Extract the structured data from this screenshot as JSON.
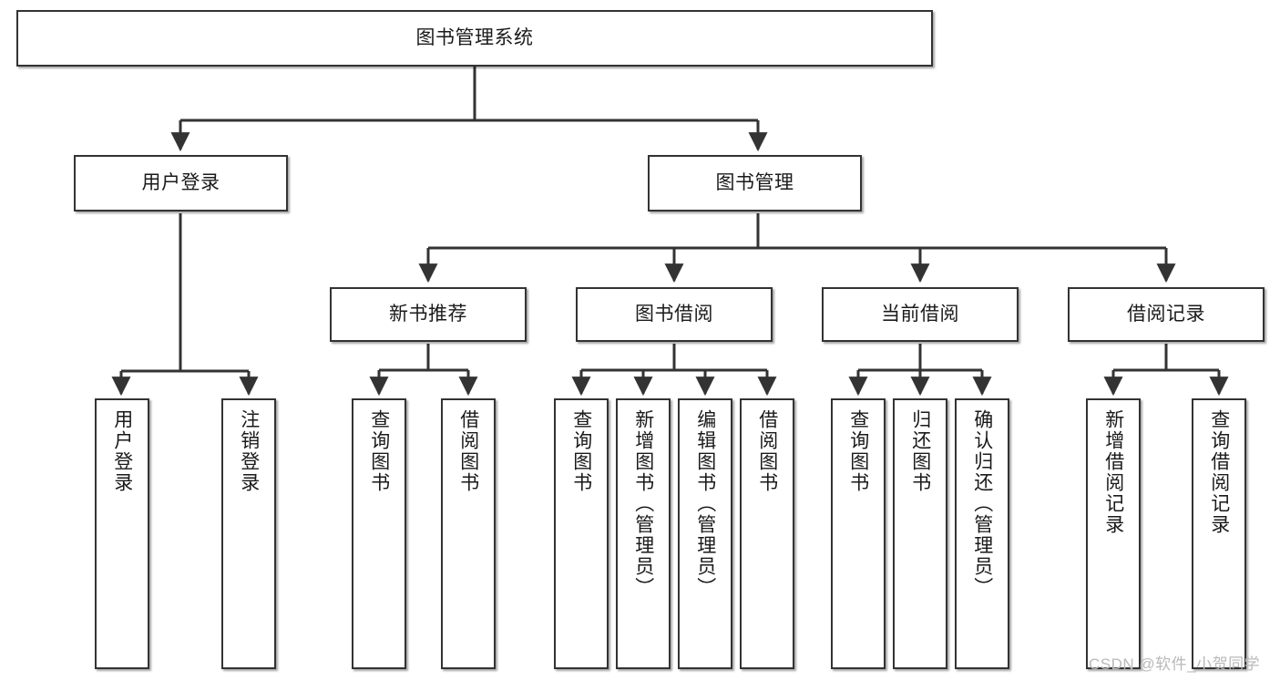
{
  "diagram": {
    "title": "图书管理系统",
    "type": "hierarchy-tree",
    "root": {
      "id": "root",
      "label": "图书管理系统"
    },
    "level2": [
      {
        "id": "user-login",
        "label": "用户登录"
      },
      {
        "id": "book-manage",
        "label": "图书管理"
      }
    ],
    "level3": [
      {
        "id": "new-book-rec",
        "label": "新书推荐",
        "parent": "book-manage"
      },
      {
        "id": "book-borrow",
        "label": "图书借阅",
        "parent": "book-manage"
      },
      {
        "id": "current-borrow",
        "label": "当前借阅",
        "parent": "book-manage"
      },
      {
        "id": "borrow-record",
        "label": "借阅记录",
        "parent": "book-manage"
      }
    ],
    "leaves": [
      {
        "id": "leaf-user-login",
        "label": "用户登录",
        "parent": "user-login"
      },
      {
        "id": "leaf-logout",
        "label": "注销登录",
        "parent": "user-login"
      },
      {
        "id": "leaf-query-book-1",
        "label": "查询图书",
        "parent": "new-book-rec"
      },
      {
        "id": "leaf-borrow-book-1",
        "label": "借阅图书",
        "parent": "new-book-rec"
      },
      {
        "id": "leaf-query-book-2",
        "label": "查询图书",
        "parent": "book-borrow"
      },
      {
        "id": "leaf-add-book",
        "label": "新增图书（管理员）",
        "parent": "book-borrow"
      },
      {
        "id": "leaf-edit-book",
        "label": "编辑图书（管理员）",
        "parent": "book-borrow"
      },
      {
        "id": "leaf-borrow-book-2",
        "label": "借阅图书",
        "parent": "book-borrow"
      },
      {
        "id": "leaf-query-book-3",
        "label": "查询图书",
        "parent": "current-borrow"
      },
      {
        "id": "leaf-return-book",
        "label": "归还图书",
        "parent": "current-borrow"
      },
      {
        "id": "leaf-confirm-return",
        "label": "确认归还（管理员）",
        "parent": "current-borrow"
      },
      {
        "id": "leaf-add-record",
        "label": "新增借阅记录",
        "parent": "borrow-record"
      },
      {
        "id": "leaf-query-record",
        "label": "查询借阅记录",
        "parent": "borrow-record"
      }
    ],
    "colors": {
      "box_border": "#333333",
      "box_fill": "#ffffff",
      "edge": "#333333",
      "text": "#1a1a1a",
      "watermark": "#b9b9b9",
      "background": "#ffffff"
    }
  },
  "watermark": {
    "text": "CSDN @软件_小贺同学"
  }
}
